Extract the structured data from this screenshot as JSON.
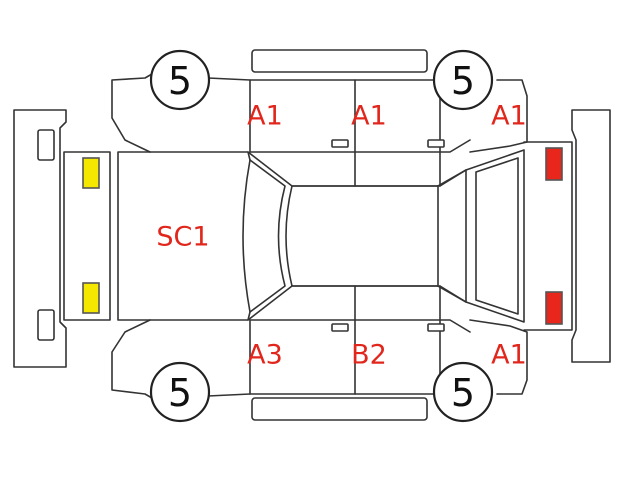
{
  "colors": {
    "code_text": "#e1261c",
    "front_light": "#f4e800",
    "rear_light": "#e8261c",
    "outline": "#333333",
    "background": "#ffffff"
  },
  "wheels": {
    "front_left": "5",
    "rear_left": "5",
    "front_right": "5",
    "rear_right": "5"
  },
  "damage_codes": {
    "left_front_door": "A1",
    "left_rear_door": "A1",
    "left_rear_quarter": "A1",
    "hood": "SC1",
    "right_front_door": "A3",
    "right_rear_door": "B2",
    "right_rear_quarter": "A1"
  }
}
